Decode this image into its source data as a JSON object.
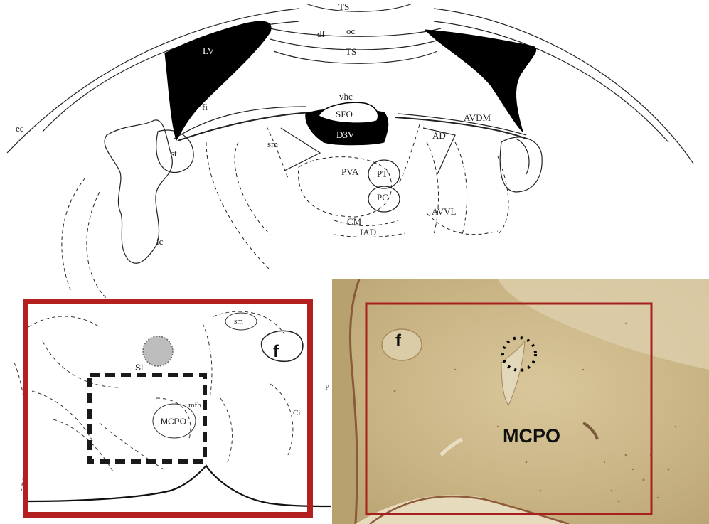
{
  "colors": {
    "highlight_box": "#b3201f",
    "photo_box": "#a8201e",
    "ventricle_fill": "#000000",
    "tissue_bg": "#c9b68a",
    "tissue_light": "#d9cba5",
    "nucleus_marker": "#bdbdbd"
  },
  "atlas": {
    "labels": {
      "top_partial": "TS",
      "oc": "oc",
      "df": "df",
      "TS": "TS",
      "LV": "LV",
      "fi": "fi",
      "vhc": "vhc",
      "SFO": "SFO",
      "D3V": "D3V",
      "AVDM": "AVDM",
      "AD": "AD",
      "ec": "ec",
      "st": "st",
      "sm_top": "sm",
      "PVA": "PVA",
      "PT": "PT",
      "PC": "PC",
      "AVVL": "AVVL",
      "CM": "CM",
      "IAD": "IAD",
      "ic": "ic"
    }
  },
  "inset_atlas": {
    "labels": {
      "sm": "sm",
      "f": "f",
      "SI": "SI",
      "mfb": "mfb",
      "MCPO": "MCPO",
      "P": "P",
      "Ci": "Ci"
    }
  },
  "photo": {
    "labels": {
      "f": "f",
      "MCPO": "MCPO"
    }
  }
}
